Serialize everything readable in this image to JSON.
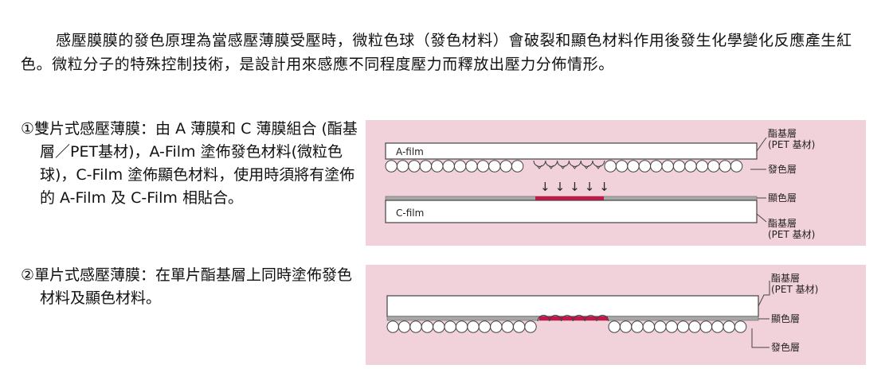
{
  "intro": "感壓膜膜的發色原理為當感壓薄膜受壓時，微粒色球（發色材料）會破裂和顯色材料作用後發生化學變化反應產生紅色。微粒分子的特殊控制技術，是設計用來感應不同程度壓力而釋放出壓力分佈情形。",
  "item1": "①雙片式感壓薄膜：由 A 薄膜和 C 薄膜組合 (酯基層／PET基材)，A-Film 塗佈發色材料(微粒色球)，C-Film 塗佈顯色材料，使用時須將有塗佈的 A-Film 及 C-Film 相貼合。",
  "item2": "②單片式感壓薄膜：在單片酯基層上同時塗佈發色材料及顯色材料。",
  "diagram1": {
    "film_a_label": "A-film",
    "film_c_label": "C-film",
    "callout_top": [
      "酯基層",
      "(PET 基材)"
    ],
    "callout_color_former": "發色層",
    "callout_developer": "顯色層",
    "callout_bottom": [
      "酯基層",
      "(PET 基材)"
    ],
    "pressure_arrows": "↓↓↓↓↓"
  },
  "diagram2": {
    "callout_top": [
      "酯基層",
      "(PET 基材)"
    ],
    "callout_developer": "顯色層",
    "callout_color_former": "發色層"
  },
  "colors": {
    "panel_bg": "#f2d2da",
    "reaction_red": "#c8154a",
    "developer_gray": "#a8a8a8",
    "line": "#444444"
  }
}
